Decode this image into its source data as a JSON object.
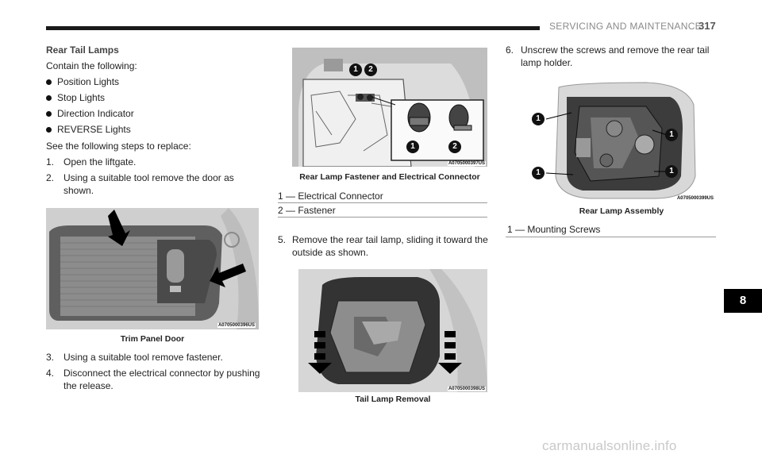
{
  "header": {
    "section_title": "SERVICING AND MAINTENANCE",
    "page_number": "317"
  },
  "left_column": {
    "heading": "Rear Tail Lamps",
    "intro": "Contain the following:",
    "bullets": [
      "Position Lights",
      "Stop Lights",
      "Direction Indicator",
      "REVERSE Lights"
    ],
    "steps_intro": "See the following steps to replace:",
    "steps": [
      {
        "num": "1.",
        "line1": "Open the liftgate.",
        "line2": ""
      },
      {
        "num": "2.",
        "line1": "Using a suitable tool remove the door as",
        "line2": "shown."
      },
      {
        "num": "3.",
        "line1": "Using a suitable tool remove fastener.",
        "line2": ""
      },
      {
        "num": "4.",
        "line1": "Disconnect the electrical connector by pushing",
        "line2": "the release."
      }
    ],
    "figure": {
      "code": "A0705000396US",
      "caption": "Trim Panel Door"
    }
  },
  "middle_column": {
    "figure_top": {
      "code": "A0705000397US",
      "caption": "Rear Lamp Fastener and Electrical Connector",
      "callouts": [
        "1",
        "2",
        "1",
        "2"
      ]
    },
    "legend": [
      "1 — Electrical Connector",
      "2 — Fastener"
    ],
    "step5": {
      "num": "5.",
      "line1": "Remove the rear tail lamp, sliding it toward the",
      "line2": "outside as shown."
    },
    "figure_bottom": {
      "code": "A0705000398US",
      "caption": "Tail Lamp Removal"
    }
  },
  "right_column": {
    "step6": {
      "num": "6.",
      "line1": "Unscrew the screws and remove the rear tail",
      "line2": "lamp holder."
    },
    "figure": {
      "code": "A0705000399US",
      "caption": "Rear Lamp Assembly",
      "callouts": [
        "1",
        "1",
        "1",
        "1"
      ]
    },
    "legend": [
      "1 — Mounting Screws"
    ]
  },
  "chapter_tab": "8",
  "watermark": "carmanualsonline.info"
}
